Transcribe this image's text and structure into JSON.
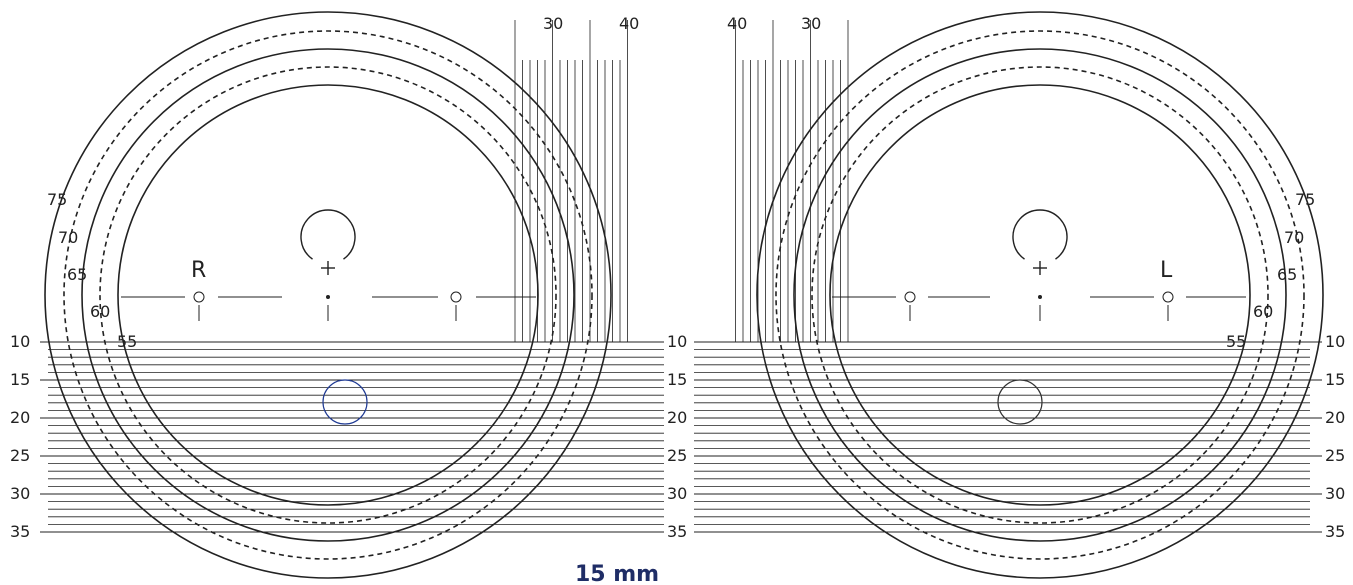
{
  "lenses": [
    {
      "side_label": "R",
      "scale_labels": [
        "10",
        "15",
        "20",
        "25",
        "30",
        "35"
      ],
      "radius_labels": [
        "75",
        "70",
        "65",
        "60",
        "55"
      ],
      "top_scale_labels": [
        "30",
        "40"
      ],
      "marker_circle_color": "#1f3a93"
    },
    {
      "side_label": "L",
      "scale_labels": [
        "10",
        "15",
        "20",
        "25",
        "30",
        "35"
      ],
      "radius_labels": [
        "75",
        "70",
        "65",
        "60",
        "55"
      ],
      "top_scale_labels": [
        "40",
        "30"
      ],
      "marker_circle_color": "#333333"
    }
  ],
  "caption": "15 mm",
  "colors": {
    "lines": "#222222",
    "caption": "#1f2d66"
  }
}
